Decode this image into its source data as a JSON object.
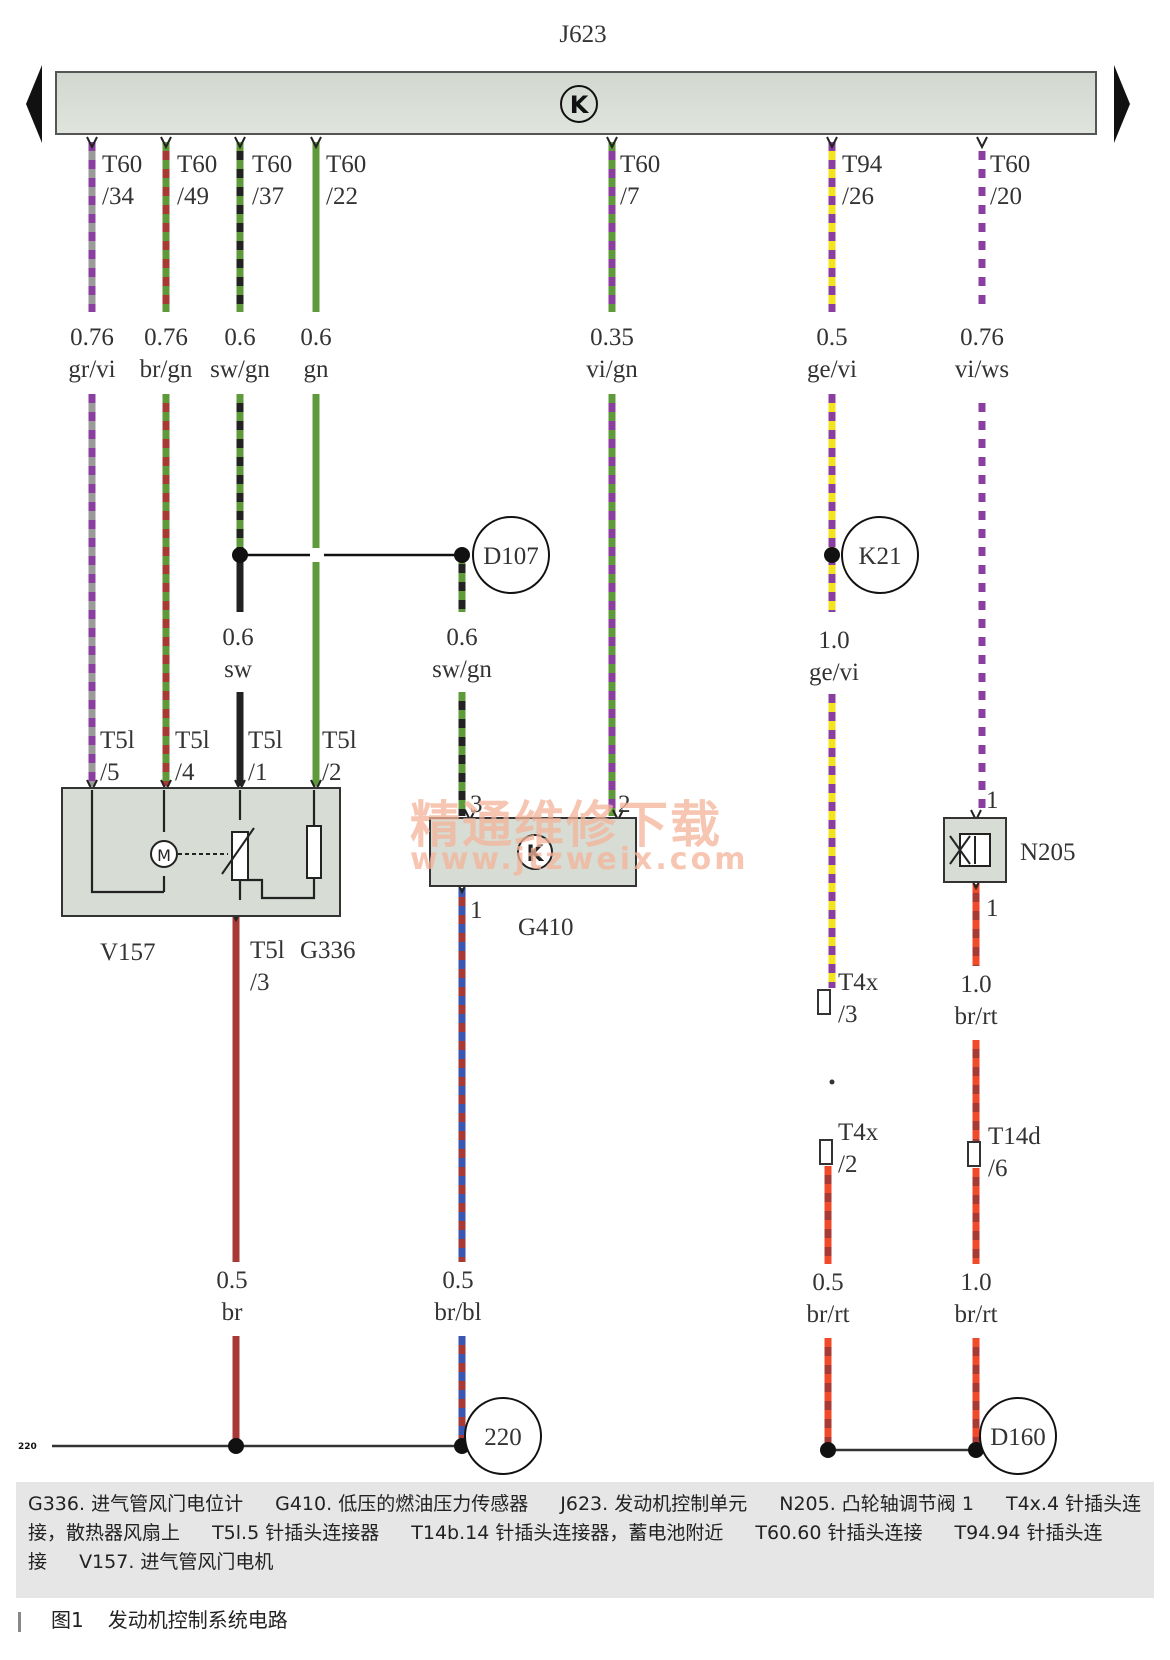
{
  "title": "J623",
  "ecu_symbol": "K",
  "wires_top": [
    {
      "pin": "T60",
      "num": "/34",
      "size": "0.76",
      "color": "gr/vi"
    },
    {
      "pin": "T60",
      "num": "/49",
      "size": "0.76",
      "color": "br/gn"
    },
    {
      "pin": "T60",
      "num": "/37",
      "size": "0.6",
      "color": "sw/gn"
    },
    {
      "pin": "T60",
      "num": "/22",
      "size": "0.6",
      "color": "gn"
    },
    {
      "pin": "T60",
      "num": "/7",
      "size": "0.35",
      "color": "vi/gn"
    },
    {
      "pin": "T94",
      "num": "/26",
      "size": "0.5",
      "color": "ge/vi"
    },
    {
      "pin": "T60",
      "num": "/20",
      "size": "0.76",
      "color": "vi/ws"
    }
  ],
  "d107": {
    "name": "D107",
    "size": "0.6",
    "color": "sw/gn"
  },
  "sw_wire": {
    "size": "0.6",
    "color": "sw"
  },
  "k21": {
    "name": "K21",
    "size": "1.0",
    "color": "ge/vi"
  },
  "t5l": [
    {
      "pin": "T5l",
      "num": "/5"
    },
    {
      "pin": "T5l",
      "num": "/4"
    },
    {
      "pin": "T5l",
      "num": "/1"
    },
    {
      "pin": "T5l",
      "num": "/2"
    },
    {
      "pin": "T5l",
      "num": "/3"
    }
  ],
  "components": {
    "v157": "V157",
    "g336": "G336",
    "g410": "G410",
    "g410_pin3": "3",
    "g410_pin2": "2",
    "g410_pin1": "1",
    "n205": "N205",
    "n205_pin_top": "1",
    "n205_pin_bottom": "1",
    "motor_symbol": "M"
  },
  "connectors": {
    "t4x_a": {
      "pin": "T4x",
      "num": "/3"
    },
    "t4x_b": {
      "pin": "T4x",
      "num": "/2"
    },
    "t14d": {
      "pin": "T14d",
      "num": "/6"
    }
  },
  "n205_out": {
    "size": "1.0",
    "color": "br/rt"
  },
  "bottom_wires": [
    {
      "size": "0.5",
      "color": "br"
    },
    {
      "size": "0.5",
      "color": "br/bl"
    },
    {
      "size": "0.5",
      "color": "br/rt"
    },
    {
      "size": "1.0",
      "color": "br/rt"
    }
  ],
  "ground_220": "220",
  "ground_d160": "D160",
  "left_ref": "220",
  "legend": [
    "G336. 进气管风门电位计",
    "G410. 低压的燃油压力传感器",
    "J623. 发动机控制单元",
    "N205. 凸轮轴调节阀 1",
    "T4x.4 针插头连接，散热器风扇上",
    "T5l.5 针插头连接器",
    "T14b.14 针插头连接器，蓄电池附近",
    "T60.60 针插头连接",
    "T94.94 针插头连接",
    "V157. 进气管风门电机"
  ],
  "figure": {
    "number": "图1",
    "title": "发动机控制系统电路"
  },
  "watermark": {
    "line1": "精通维修下载",
    "line2": "www.jtzweix.com"
  },
  "colors": {
    "gr": "#9a9a9a",
    "vi": "#8a3fa0",
    "br": "#a83a35",
    "gn": "#5f9a3a",
    "sw": "#222222",
    "ge": "#f3e21e",
    "ws": "#ffffff",
    "rt": "#f04a2a",
    "bl": "#3a56b0"
  }
}
